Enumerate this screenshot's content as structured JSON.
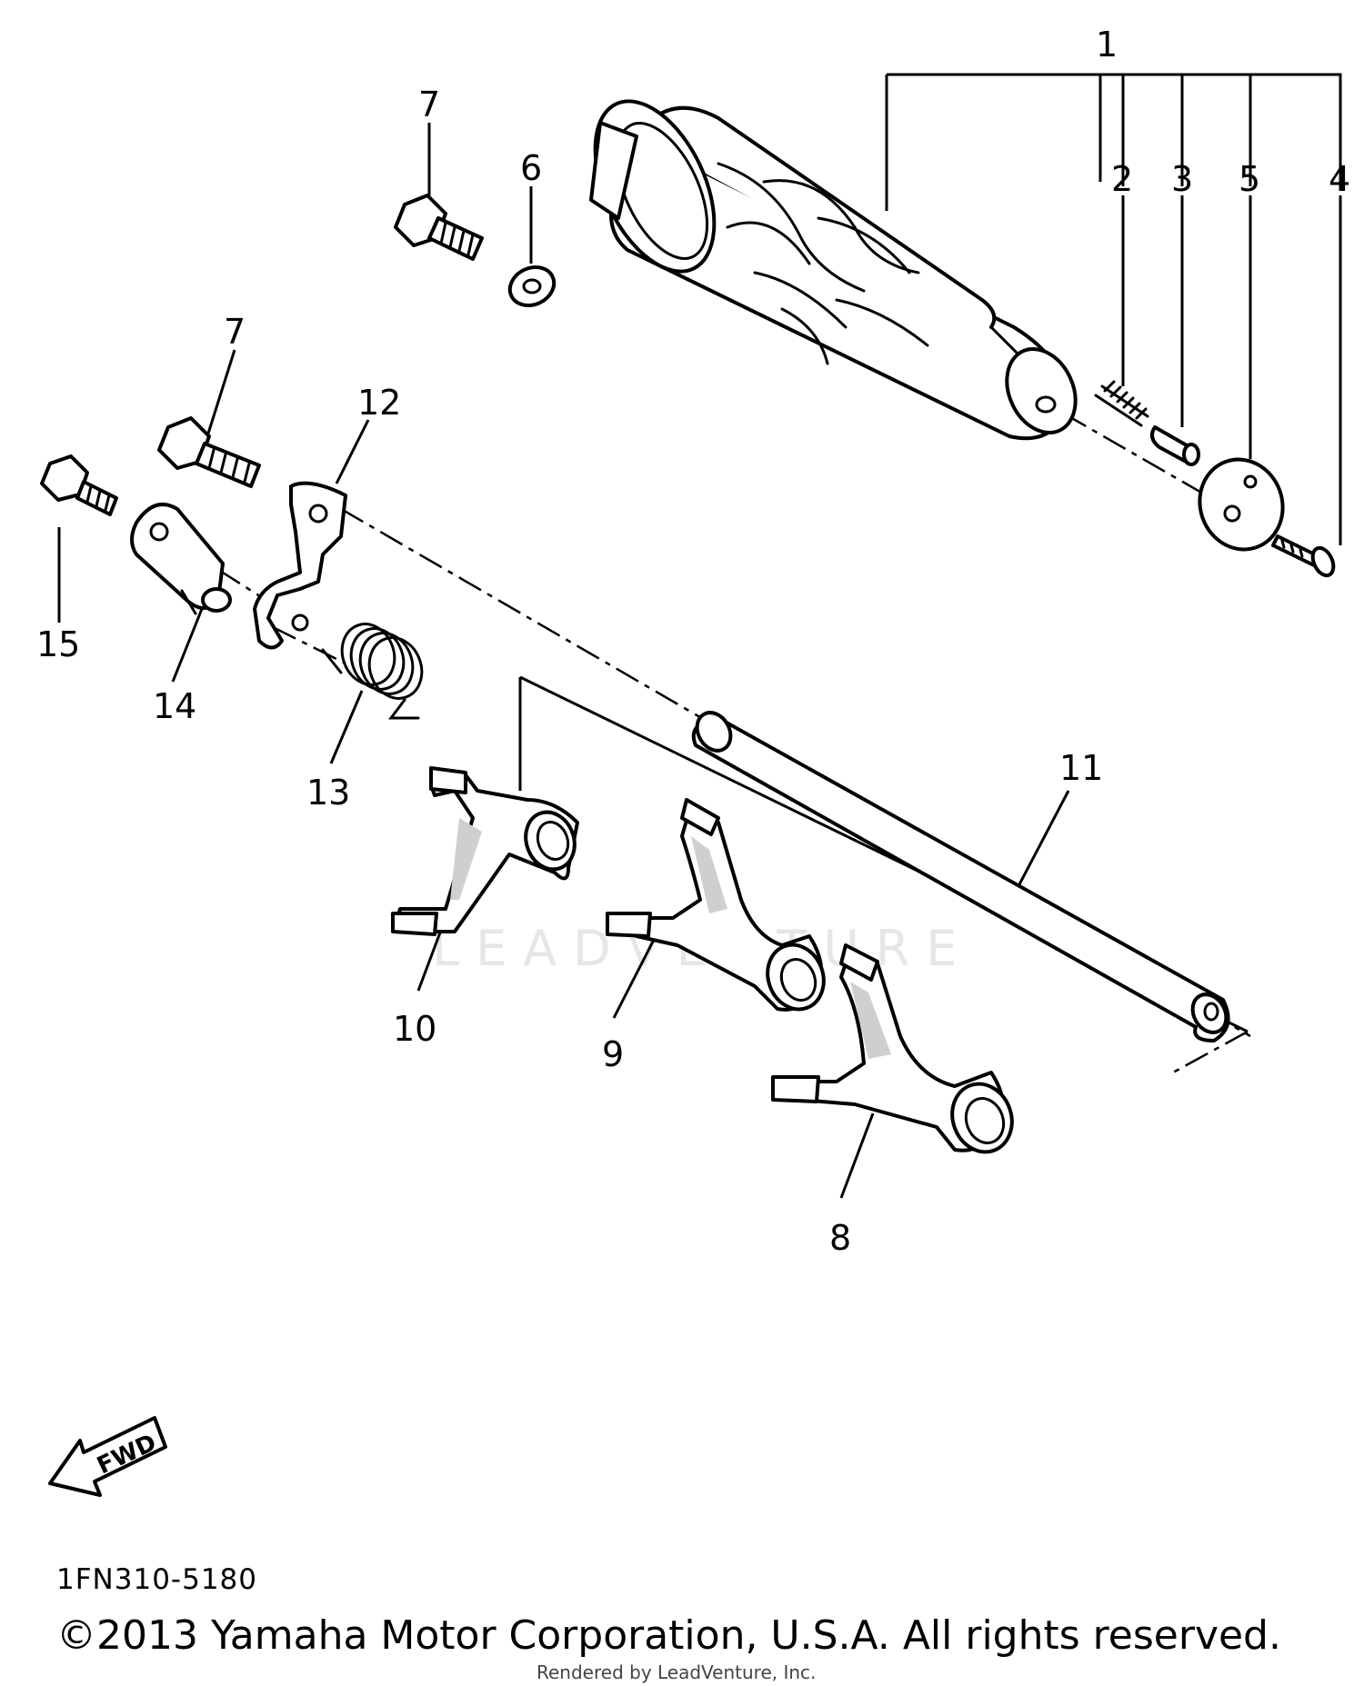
{
  "callouts": [
    {
      "id": "1",
      "label": "1"
    },
    {
      "id": "2",
      "label": "2"
    },
    {
      "id": "3",
      "label": "3"
    },
    {
      "id": "5",
      "label": "5"
    },
    {
      "id": "4",
      "label": "4"
    },
    {
      "id": "7a",
      "label": "7"
    },
    {
      "id": "6",
      "label": "6"
    },
    {
      "id": "7b",
      "label": "7"
    },
    {
      "id": "12",
      "label": "12"
    },
    {
      "id": "15",
      "label": "15"
    },
    {
      "id": "14",
      "label": "14"
    },
    {
      "id": "13",
      "label": "13"
    },
    {
      "id": "11",
      "label": "11"
    },
    {
      "id": "10",
      "label": "10"
    },
    {
      "id": "9",
      "label": "9"
    },
    {
      "id": "8",
      "label": "8"
    }
  ],
  "fwd_label": "FWD",
  "diagram_code": "1FN310-5180",
  "copyright": "©2013 Yamaha Motor Corporation, U.S.A. All rights reserved.",
  "rendered_by": "Rendered by LeadVenture, Inc.",
  "watermark": "LEADVENTURE"
}
